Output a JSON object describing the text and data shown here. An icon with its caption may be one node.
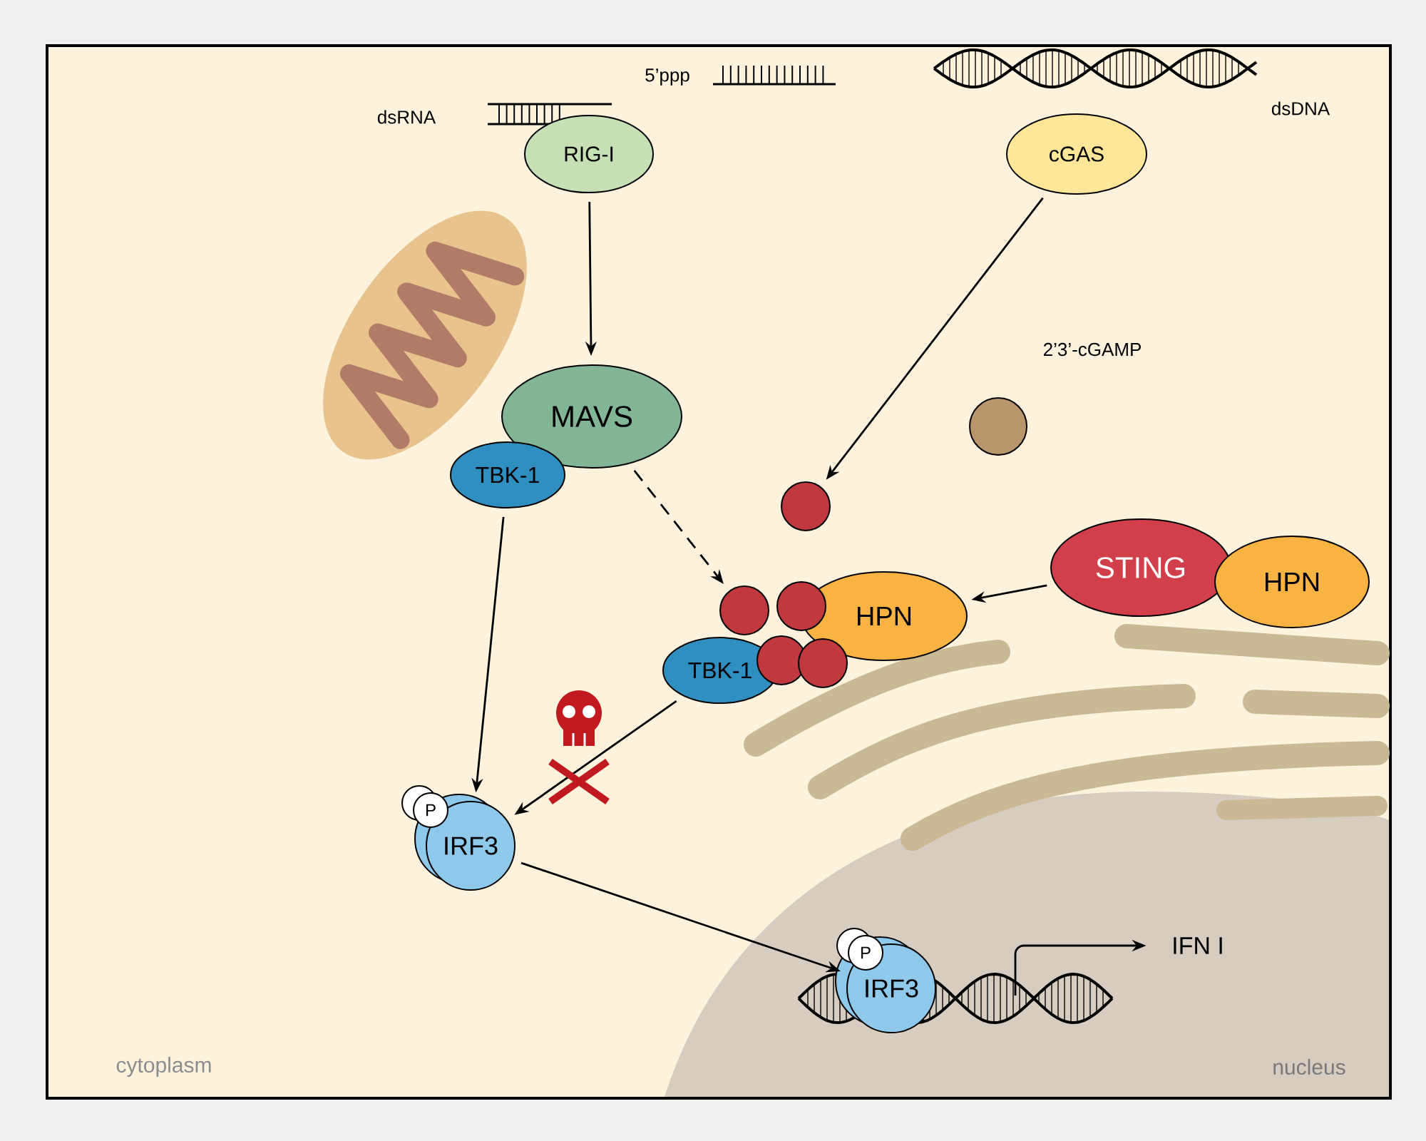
{
  "diagram": {
    "nodes": [
      {
        "text": [
          "RIG-I"
        ]
      },
      {
        "text": [
          "cGAS"
        ]
      },
      {
        "text": [
          "MAVS"
        ]
      },
      {
        "text": [
          "TBK-1"
        ]
      },
      {
        "text": [
          "HPN"
        ]
      },
      {
        "text": [
          "TBK-1"
        ]
      },
      {
        "text": [
          "STING"
        ]
      },
      {
        "text": [
          "HPN"
        ]
      },
      {
        "text": [
          "IRF3"
        ]
      },
      {
        "text": [
          "P"
        ]
      },
      {
        "text": [
          "IRF3"
        ]
      },
      {
        "text": [
          "P"
        ]
      },
      {
        "text": [
          "IFN I"
        ]
      },
      {
        "text": [],
        "shape": "circle"
      },
      {
        "text": [],
        "shape": "circle"
      },
      {
        "text": [],
        "shape": "circle"
      },
      {
        "text": [],
        "shape": "circle"
      },
      {
        "text": [],
        "shape": "circle"
      }
    ],
    "edges": [
      {
        "from": 0,
        "to": 2,
        "arrow": "to"
      },
      {
        "from": 1,
        "to": 16,
        "arrow": "to"
      },
      {
        "from": 2,
        "to": 13,
        "arrow": "to",
        "style": "dashed"
      },
      {
        "from": 6,
        "to": 4,
        "arrow": "to"
      },
      {
        "from": 3,
        "to": 8,
        "arrow": "to"
      },
      {
        "from": 5,
        "to": 8,
        "arrow": "to"
      },
      {
        "from": 8,
        "to": 10,
        "arrow": "to"
      },
      {
        "from": null,
        "to": 12,
        "arrow": "to"
      }
    ],
    "labels": [
      "dsRNA",
      "5’ppp",
      "dsDNA",
      "2’3’-cGAMP",
      "cytoplasm",
      "nucleus"
    ]
  }
}
